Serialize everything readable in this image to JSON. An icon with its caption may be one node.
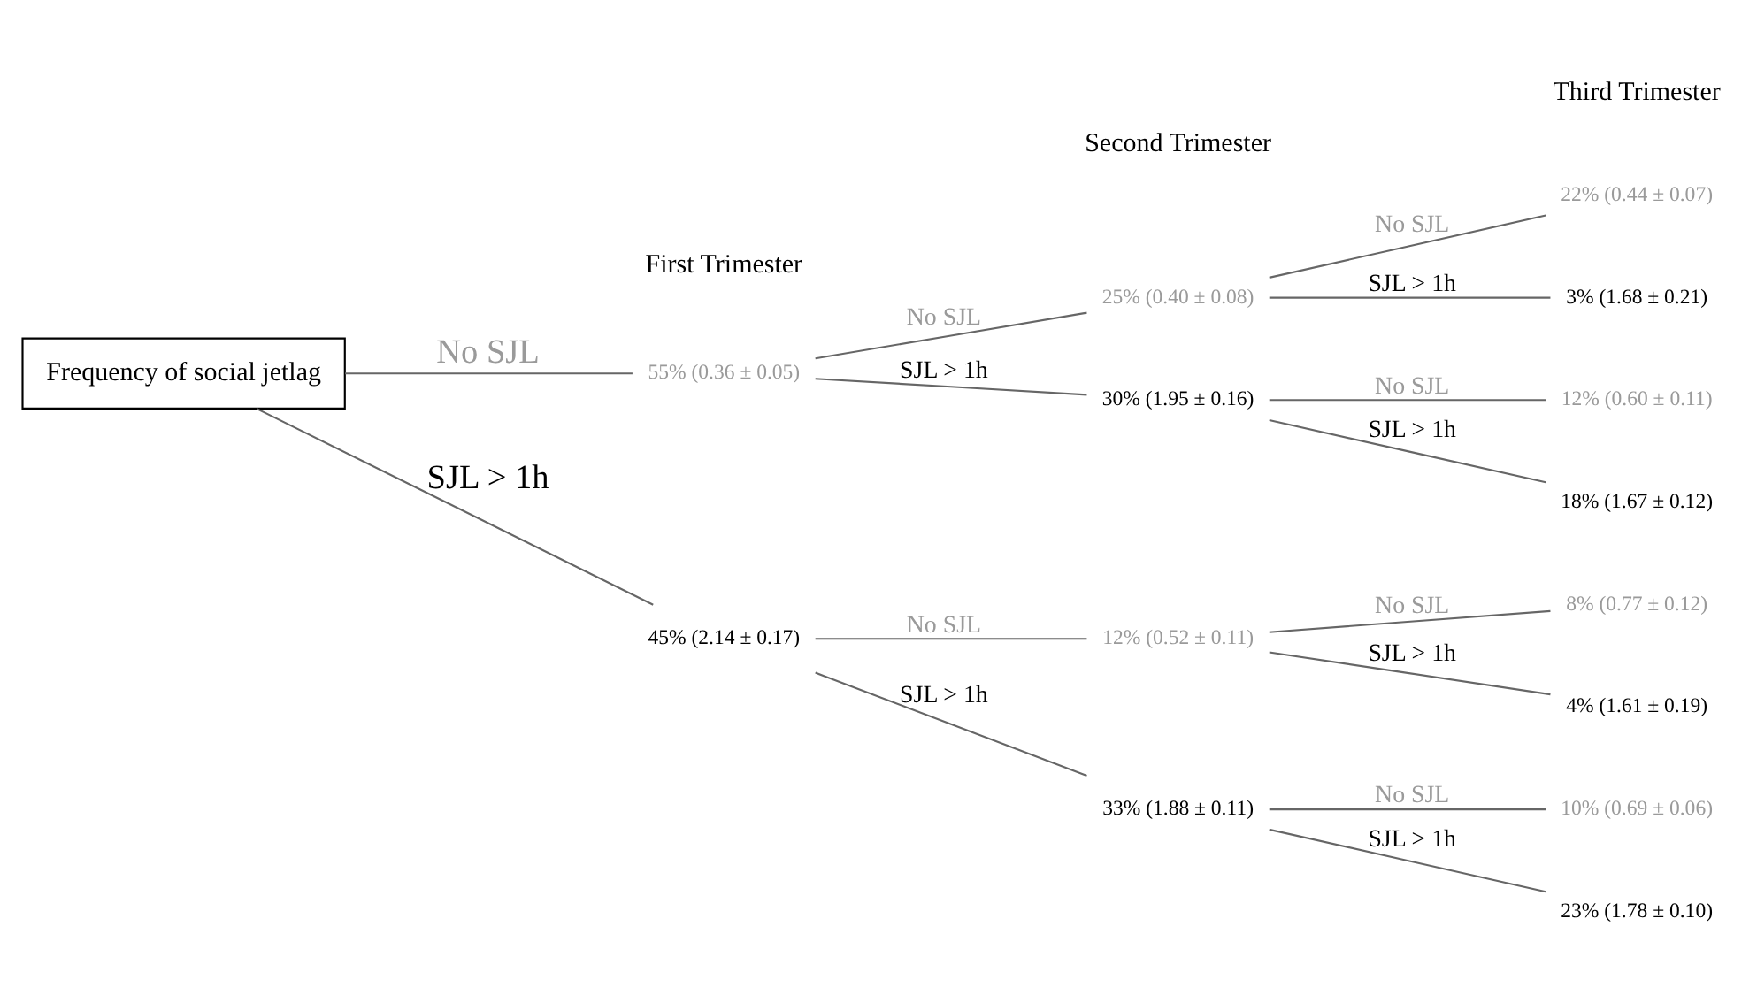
{
  "diagram": {
    "nodes": [
      {
        "text": [
          "Frequency of social jetlag"
        ]
      },
      {
        "text": [
          "55% (0.36 ± 0.05)"
        ]
      },
      {
        "text": [
          "45% (2.14 ± 0.17)"
        ]
      },
      {
        "text": [
          "25% (0.40 ± 0.08)"
        ]
      },
      {
        "text": [
          "30% (1.95 ± 0.16)"
        ]
      },
      {
        "text": [
          "12% (0.52 ± 0.11)"
        ]
      },
      {
        "text": [
          "33% (1.88 ± 0.11)"
        ]
      },
      {
        "text": [
          "22% (0.44 ± 0.07)"
        ]
      },
      {
        "text": [
          "3% (1.68 ± 0.21)"
        ]
      },
      {
        "text": [
          "12% (0.60 ± 0.11)"
        ]
      },
      {
        "text": [
          "18% (1.67 ± 0.12)"
        ]
      },
      {
        "text": [
          "8% (0.77 ± 0.12)"
        ]
      },
      {
        "text": [
          "4% (1.61 ± 0.19)"
        ]
      },
      {
        "text": [
          "10% (0.69 ± 0.06)"
        ]
      },
      {
        "text": [
          "23% (1.78 ± 0.10)"
        ]
      }
    ],
    "edges": [
      {
        "from": 0,
        "to": 1,
        "arrow": "none",
        "label": "No SJL"
      },
      {
        "from": 0,
        "to": 2,
        "arrow": "none",
        "label": "SJL > 1h"
      },
      {
        "from": 1,
        "to": 3,
        "arrow": "none",
        "label": "No SJL"
      },
      {
        "from": 1,
        "to": 4,
        "arrow": "none",
        "label": "SJL > 1h"
      },
      {
        "from": 2,
        "to": 5,
        "arrow": "none",
        "label": "No SJL"
      },
      {
        "from": 2,
        "to": 6,
        "arrow": "none",
        "label": "SJL > 1h"
      },
      {
        "from": 3,
        "to": 7,
        "arrow": "none",
        "label": "No SJL"
      },
      {
        "from": 3,
        "to": 8,
        "arrow": "none",
        "label": "SJL > 1h"
      },
      {
        "from": 4,
        "to": 9,
        "arrow": "none",
        "label": "No SJL"
      },
      {
        "from": 4,
        "to": 10,
        "arrow": "none",
        "label": "SJL > 1h"
      },
      {
        "from": 5,
        "to": 11,
        "arrow": "none",
        "label": "No SJL"
      },
      {
        "from": 5,
        "to": 12,
        "arrow": "none",
        "label": "SJL > 1h"
      },
      {
        "from": 6,
        "to": 13,
        "arrow": "none",
        "label": "No SJL"
      },
      {
        "from": 6,
        "to": 14,
        "arrow": "none",
        "label": "SJL > 1h"
      }
    ],
    "labels": [
      "First Trimester",
      "Second Trimester",
      "Third Trimester"
    ]
  }
}
